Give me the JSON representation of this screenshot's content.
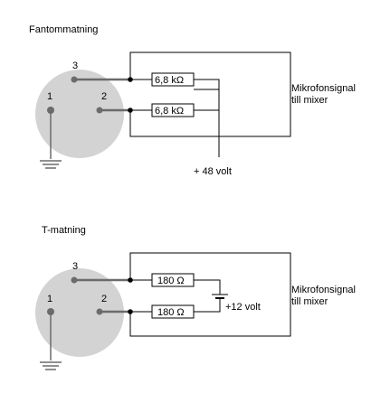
{
  "diagrams": [
    {
      "title": "Fantommatning",
      "pins": [
        "1",
        "2",
        "3"
      ],
      "resistors": [
        "6,8 kΩ",
        "6,8 kΩ"
      ],
      "supply": "+ 48 volt",
      "output": [
        "Mikrofonsignal",
        "till mixer"
      ]
    },
    {
      "title": "T-matning",
      "pins": [
        "1",
        "2",
        "3"
      ],
      "resistors": [
        "180 Ω",
        "180 Ω"
      ],
      "supply": "+12 volt",
      "output": [
        "Mikrofonsignal",
        "till mixer"
      ]
    }
  ],
  "colors": {
    "connector": "#d3d3d3",
    "pin": "#6b6b6b",
    "wire": "#000000"
  }
}
